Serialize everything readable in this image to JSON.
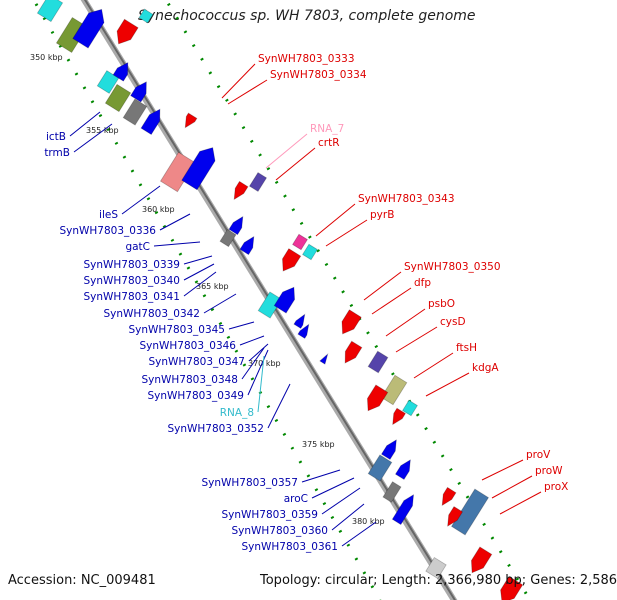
{
  "title": "Synechococcus sp. WH 7803, complete genome",
  "accession": "Accession: NC_009481",
  "summary": "Topology: circular; Length: 2,366,980 bp; Genes: 2,586",
  "scale_labels": [
    "350 kbp",
    "355 kbp",
    "360 kbp",
    "365 kbp",
    "370 kbp",
    "375 kbp",
    "380 kbp"
  ],
  "left_labels": [
    {
      "text": "ictB",
      "color": "#0000aa"
    },
    {
      "text": "trmB",
      "color": "#0000aa"
    },
    {
      "text": "ileS",
      "color": "#0000aa"
    },
    {
      "text": "SynWH7803_0336",
      "color": "#0000aa"
    },
    {
      "text": "gatC",
      "color": "#0000aa"
    },
    {
      "text": "SynWH7803_0339",
      "color": "#0000aa"
    },
    {
      "text": "SynWH7803_0340",
      "color": "#0000aa"
    },
    {
      "text": "SynWH7803_0341",
      "color": "#0000aa"
    },
    {
      "text": "SynWH7803_0342",
      "color": "#0000aa"
    },
    {
      "text": "SynWH7803_0345",
      "color": "#0000aa"
    },
    {
      "text": "SynWH7803_0346",
      "color": "#0000aa"
    },
    {
      "text": "SynWH7803_0347",
      "color": "#0000aa"
    },
    {
      "text": "SynWH7803_0348",
      "color": "#0000aa"
    },
    {
      "text": "SynWH7803_0349",
      "color": "#0000aa"
    },
    {
      "text": "RNA_8",
      "color": "#33bbcc"
    },
    {
      "text": "SynWH7803_0352",
      "color": "#0000aa"
    },
    {
      "text": "SynWH7803_0357",
      "color": "#0000aa"
    },
    {
      "text": "aroC",
      "color": "#0000aa"
    },
    {
      "text": "SynWH7803_0359",
      "color": "#0000aa"
    },
    {
      "text": "SynWH7803_0360",
      "color": "#0000aa"
    },
    {
      "text": "SynWH7803_0361",
      "color": "#0000aa"
    }
  ],
  "right_labels": [
    {
      "text": "SynWH7803_0333",
      "color": "#dd0000"
    },
    {
      "text": "SynWH7803_0334",
      "color": "#dd0000"
    },
    {
      "text": "RNA_7",
      "color": "#ff99bb"
    },
    {
      "text": "crtR",
      "color": "#dd0000"
    },
    {
      "text": "SynWH7803_0343",
      "color": "#dd0000"
    },
    {
      "text": "pyrB",
      "color": "#dd0000"
    },
    {
      "text": "SynWH7803_0350",
      "color": "#dd0000"
    },
    {
      "text": "dfp",
      "color": "#dd0000"
    },
    {
      "text": "psbO",
      "color": "#dd0000"
    },
    {
      "text": "cysD",
      "color": "#dd0000"
    },
    {
      "text": "ftsH",
      "color": "#dd0000"
    },
    {
      "text": "kdgA",
      "color": "#dd0000"
    },
    {
      "text": "proV",
      "color": "#dd0000"
    },
    {
      "text": "proW",
      "color": "#dd0000"
    },
    {
      "text": "proX",
      "color": "#dd0000"
    }
  ],
  "colors": {
    "reverse_strand": "#0000ee",
    "forward_strand": "#ee0000",
    "backbone": "#888888",
    "tick": "#008800",
    "cyan": "#22dddd",
    "olive": "#779933",
    "gray": "#777777",
    "salmon": "#ee8888",
    "steel": "#4477aa",
    "khaki": "#bbbb77",
    "purple": "#5544aa",
    "magenta": "#ee3399"
  }
}
